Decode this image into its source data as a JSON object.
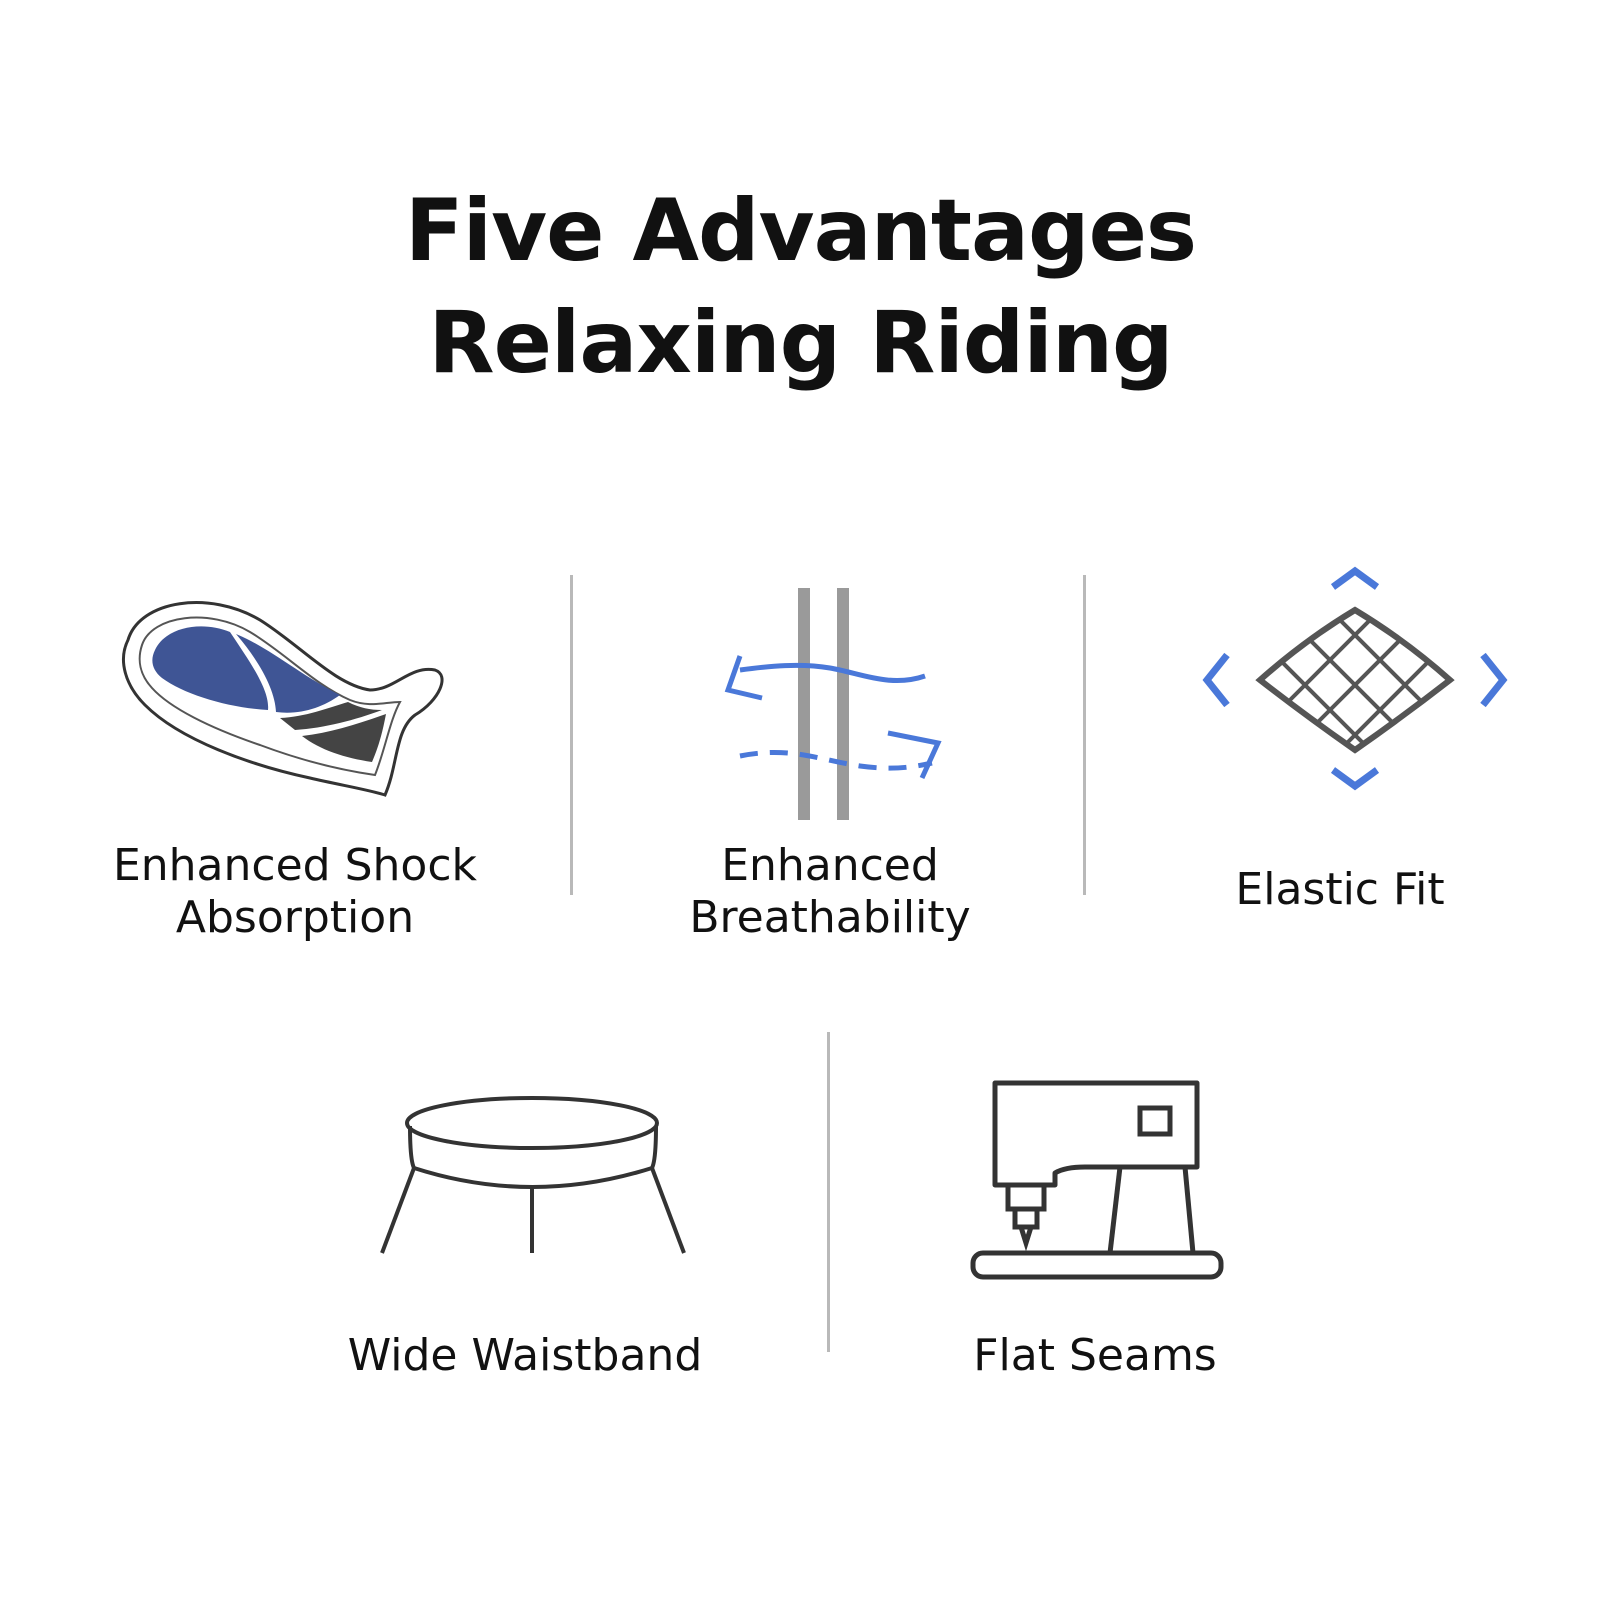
{
  "header": {
    "title_line1": "Five Advantages",
    "title_line2": "Relaxing Riding"
  },
  "features": [
    {
      "label_line1": "Enhanced Shock",
      "label_line2": "Absorption",
      "icon": "padded-insert-icon"
    },
    {
      "label_line1": "Enhanced",
      "label_line2": "Breathability",
      "icon": "airflow-icon"
    },
    {
      "label_line1": "Elastic Fit",
      "icon": "stretch-mesh-icon"
    },
    {
      "label_line1": "Wide Waistband",
      "icon": "waistband-icon"
    },
    {
      "label_line1": "Flat Seams",
      "icon": "sewing-machine-icon"
    }
  ],
  "colors": {
    "accent_blue": "#4a78d9",
    "pad_blue": "#3f5595",
    "line_dark": "#333333",
    "divider": "#b9b9b9"
  }
}
